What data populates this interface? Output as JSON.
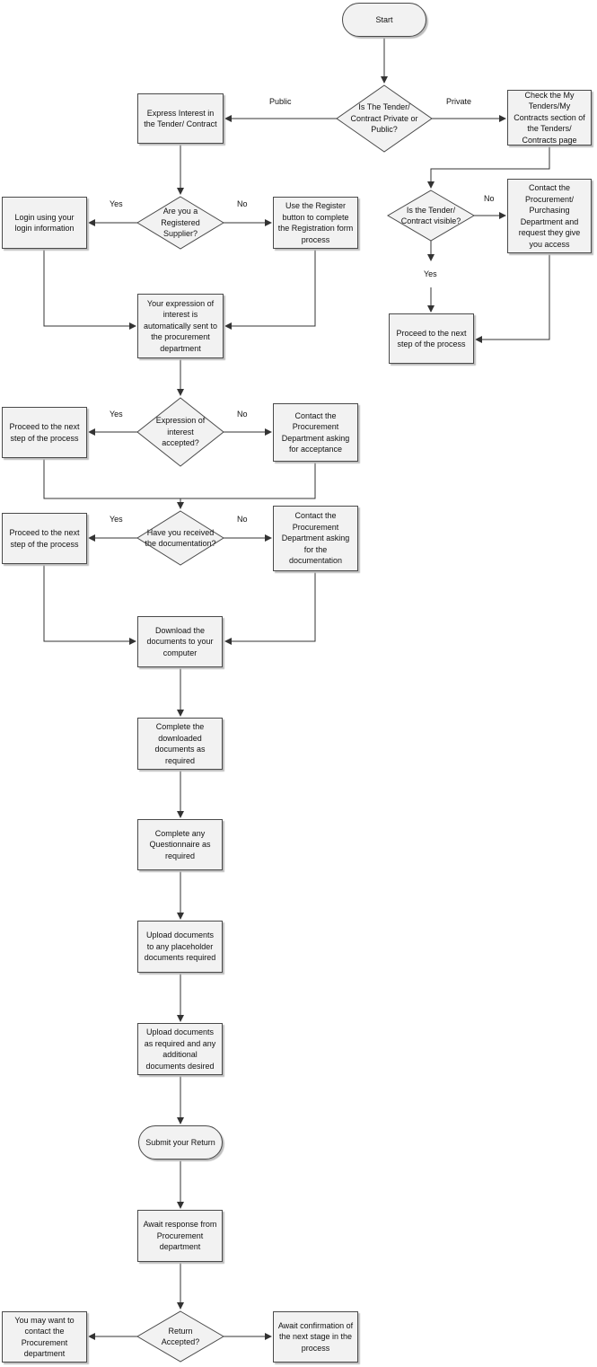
{
  "nodes": {
    "start": "Start",
    "q_private_public": "Is The Tender/ Contract Private or Public?",
    "express_interest": "Express Interest in the Tender/ Contract",
    "check_my_tenders": "Check the My Tenders/My Contracts section of the Tenders/ Contracts page",
    "q_visible": "Is the Tender/ Contract visible?",
    "contact_purchasing": "Contact the Procurement/ Purchasing Department and request they give you access",
    "proceed_private": "Proceed to the next step of the process",
    "q_registered": "Are you a Registered Supplier?",
    "login": "Login using your login information",
    "register": "Use the Register button to complete the Registration form process",
    "interest_sent": "Your expression of interest is automatically sent to the procurement department",
    "q_accepted": "Expression of interest accepted?",
    "proceed_accepted": "Proceed to the next step of the process",
    "contact_acceptance": "Contact the Procurement Department asking for acceptance",
    "q_documentation": "Have you received the documentation?",
    "proceed_docs": "Proceed to the next step of the process",
    "contact_documentation": "Contact the Procurement Department asking for the documentation",
    "download": "Download the documents to your computer",
    "complete_docs": "Complete the downloaded documents as required",
    "questionnaire": "Complete any Questionnaire as required",
    "upload_placeholder": "Upload documents to any placeholder documents required",
    "upload_additional": "Upload documents as required and any additional documents desired",
    "submit": "Submit your Return",
    "await_response": "Await response from Procurement department",
    "q_return": "Return Accepted?",
    "contact_final": "You may want to contact the Procurement department",
    "await_confirmation": "Await confirmation of the next stage in the process"
  },
  "labels": {
    "public": "Public",
    "private": "Private",
    "visible_no": "No",
    "visible_yes": "Yes",
    "registered_yes": "Yes",
    "registered_no": "No",
    "accepted_yes": "Yes",
    "accepted_no": "No",
    "docs_yes": "Yes",
    "docs_no": "No"
  }
}
